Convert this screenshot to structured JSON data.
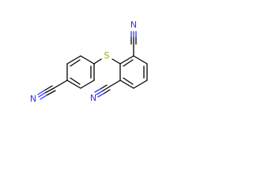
{
  "molecule": {
    "atoms": {
      "sulfur": "S",
      "nitrogen_left": "N",
      "nitrogen_top_right": "N",
      "nitrogen_bottom_right": "N"
    },
    "colors": {
      "bond": "#000000",
      "nitrogen": "#3333ff",
      "sulfur": "#a6a600",
      "background": "#ffffff"
    }
  }
}
